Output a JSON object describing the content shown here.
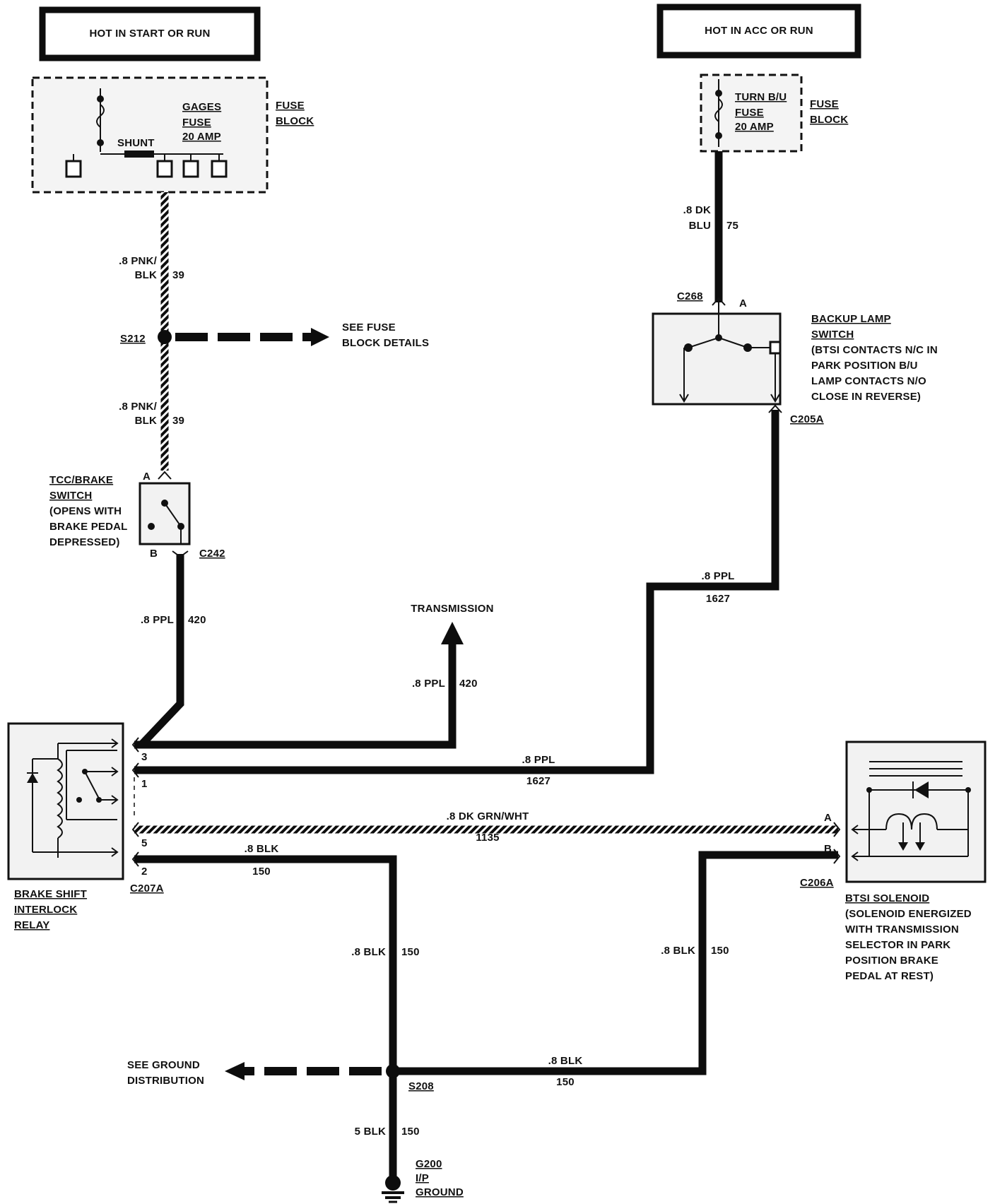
{
  "power_sources": {
    "left": "HOT IN START OR RUN",
    "right": "HOT IN ACC OR RUN"
  },
  "fuse_block_left": {
    "fuse_name": [
      "GAGES",
      "FUSE",
      "20 AMP"
    ],
    "shunt": "SHUNT",
    "block_label": [
      "FUSE",
      "BLOCK"
    ]
  },
  "fuse_block_right": {
    "fuse_name": [
      "TURN B/U",
      "FUSE",
      "20 AMP"
    ],
    "block_label": [
      "FUSE",
      "BLOCK"
    ]
  },
  "wires": {
    "pnk_blk_upper": {
      "gauge_color": [
        ".8 PNK/",
        "BLK"
      ],
      "circuit": "39"
    },
    "pnk_blk_lower": {
      "gauge_color": [
        ".8 PNK/",
        "BLK"
      ],
      "circuit": "39"
    },
    "dk_blu": {
      "gauge_color": [
        ".8 DK",
        "BLU"
      ],
      "circuit": "75"
    },
    "ppl_switch_to_relay": {
      "gauge_color": ".8 PPL",
      "circuit": "420"
    },
    "ppl_to_transmission": {
      "gauge_color": ".8 PPL",
      "circuit": "420"
    },
    "ppl_backup_vertical": {
      "gauge_color": ".8 PPL",
      "circuit": "1627"
    },
    "ppl_relay_pin1": {
      "gauge_color": ".8 PPL",
      "circuit": "1627"
    },
    "dk_grn_wht": {
      "gauge_color": ".8 DK GRN/WHT",
      "circuit": "1135"
    },
    "blk_relay_pin5": {
      "gauge_color": ".8 BLK",
      "circuit": "150"
    },
    "blk_left_vertical": {
      "gauge_color": ".8 BLK",
      "circuit": "150"
    },
    "blk_right_vertical": {
      "gauge_color": ".8 BLK",
      "circuit": "150"
    },
    "blk_bottom_horizontal": {
      "gauge_color": ".8 BLK",
      "circuit": "150"
    },
    "blk_ground": {
      "gauge_color": "5 BLK",
      "circuit": "150"
    }
  },
  "splices": {
    "s212": "S212",
    "s208": "S208",
    "see_fuse_block": [
      "SEE FUSE",
      "BLOCK DETAILS"
    ],
    "see_ground": [
      "SEE GROUND",
      "DISTRIBUTION"
    ]
  },
  "connectors": {
    "c268": "C268",
    "c205a": "C205A",
    "c242": "C242",
    "c207a": "C207A",
    "c206a": "C206A",
    "pin_a_top": "A",
    "pin_a_backup": "A",
    "pin_b_tcc": "B",
    "pin_a_solenoid": "A",
    "pin_b_solenoid": "B",
    "relay_pins": [
      "3",
      "1",
      "5",
      "2"
    ]
  },
  "components": {
    "backup_lamp_switch": [
      "BACKUP LAMP",
      "SWITCH",
      "(BTSI CONTACTS N/C IN",
      "PARK POSITION B/U",
      "LAMP CONTACTS N/O",
      "CLOSE IN REVERSE)"
    ],
    "tcc_brake_switch": [
      "TCC/BRAKE",
      "SWITCH",
      "(OPENS WITH",
      "BRAKE PEDAL",
      "DEPRESSED)"
    ],
    "relay": [
      "BRAKE SHIFT",
      "INTERLOCK",
      "RELAY"
    ],
    "solenoid": [
      "BTSI SOLENOID",
      "(SOLENOID ENERGIZED",
      "WITH TRANSMISSION",
      "SELECTOR IN PARK",
      "POSITION BRAKE",
      "PEDAL AT REST)"
    ],
    "transmission": "TRANSMISSION",
    "ground": [
      "G200",
      "I/P",
      "GROUND"
    ]
  }
}
